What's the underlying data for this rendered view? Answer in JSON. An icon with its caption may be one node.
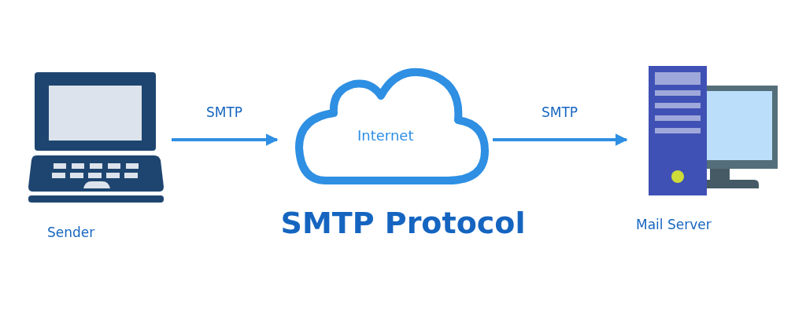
{
  "diagram": {
    "title": "SMTP Protocol",
    "nodes": [
      {
        "text": [
          "Sender"
        ]
      },
      {
        "text": [
          "Internet"
        ]
      },
      {
        "text": [
          "Mail Server"
        ]
      }
    ],
    "edges": [
      {
        "from": 0,
        "to": 1,
        "arrow": "to",
        "label": "SMTP"
      },
      {
        "from": 1,
        "to": 2,
        "arrow": "to",
        "label": "SMTP"
      }
    ]
  }
}
